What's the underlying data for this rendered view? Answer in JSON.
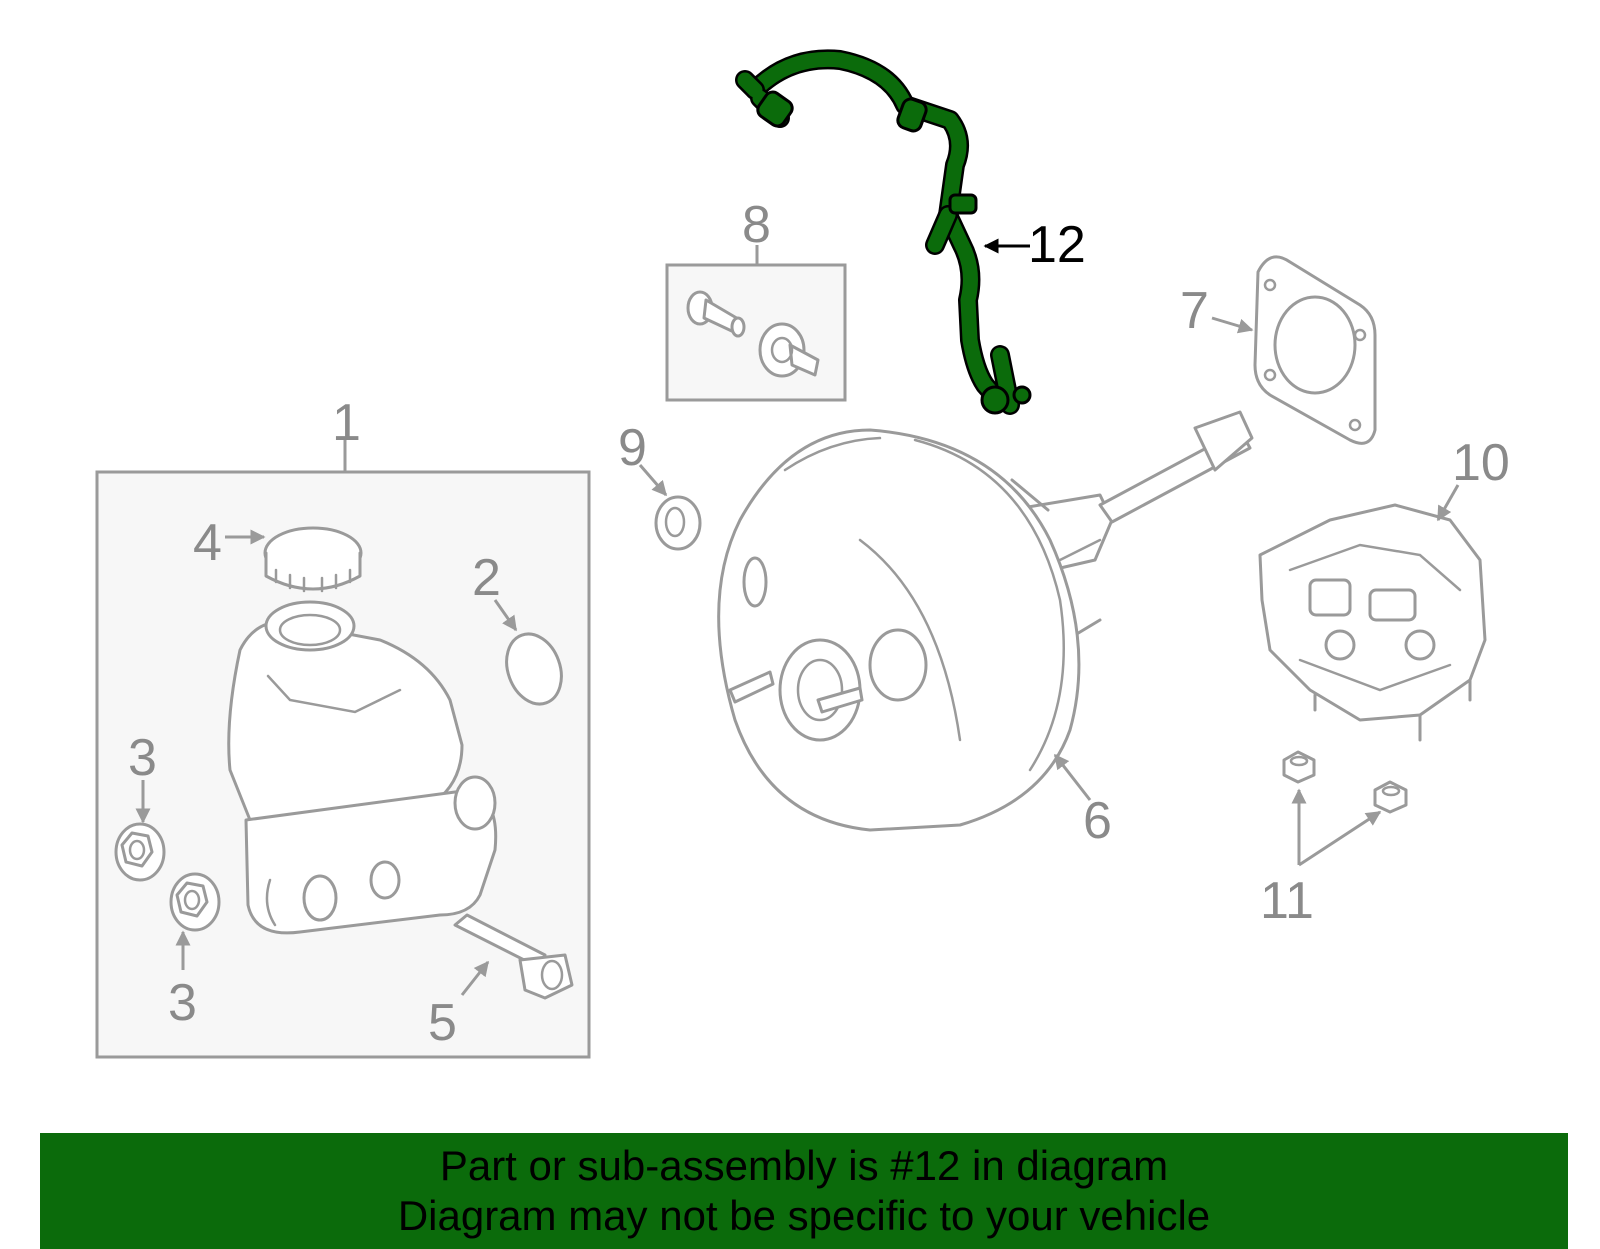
{
  "colors": {
    "highlight": "#0b6b0b",
    "line": "#9a9a9a",
    "box_fill": "#f7f7f7",
    "banner_bg": "#0b6b0b",
    "banner_text": "#000000"
  },
  "callouts": {
    "c1": "1",
    "c2": "2",
    "c3a": "3",
    "c3b": "3",
    "c4": "4",
    "c5": "5",
    "c6": "6",
    "c7": "7",
    "c8": "8",
    "c9": "9",
    "c10": "10",
    "c11": "11",
    "c12": "12"
  },
  "banner": {
    "line1": "Part or sub-assembly is #12 in diagram",
    "line2": "Diagram may not be specific to your vehicle"
  }
}
